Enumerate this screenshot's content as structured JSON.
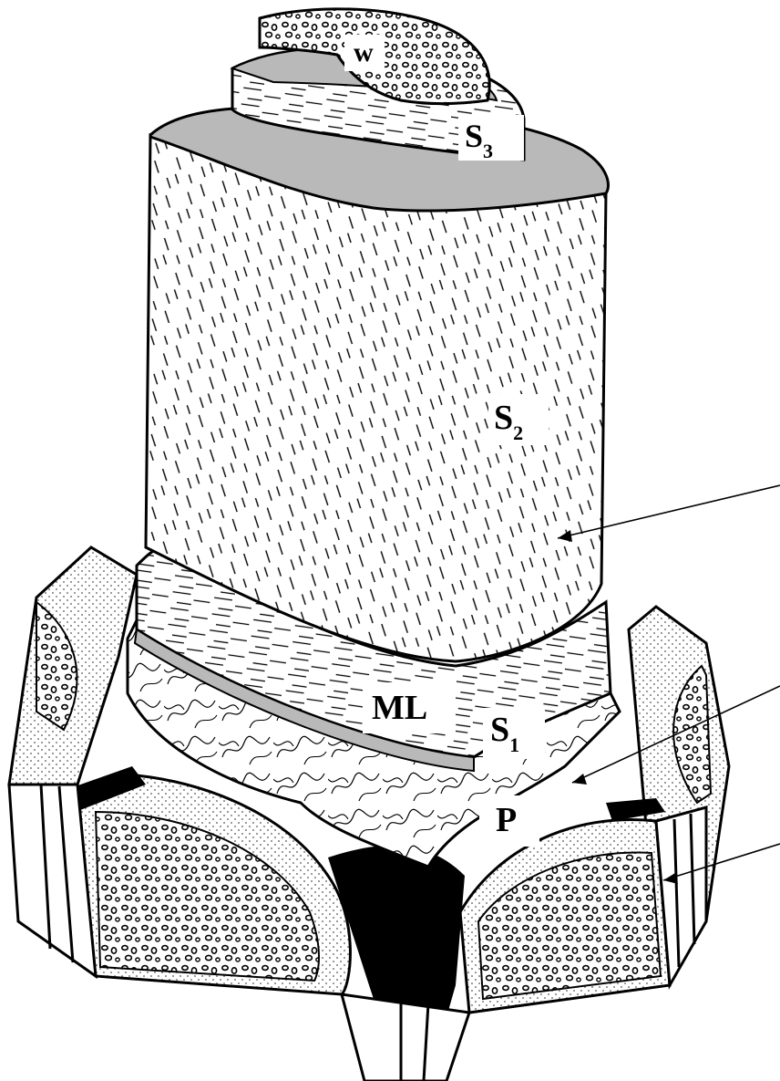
{
  "labels": {
    "w": {
      "main": "w"
    },
    "s3": {
      "main": "S",
      "sub": "3"
    },
    "s2": {
      "main": "S",
      "sub": "2"
    },
    "s1": {
      "main": "S",
      "sub": "1"
    },
    "p": {
      "main": "P"
    },
    "ml": {
      "main": "ML"
    }
  },
  "colors": {
    "ink": "#000000",
    "paper": "#ffffff",
    "shade": "#b9b9b9",
    "label_bg": "#ffffff"
  }
}
